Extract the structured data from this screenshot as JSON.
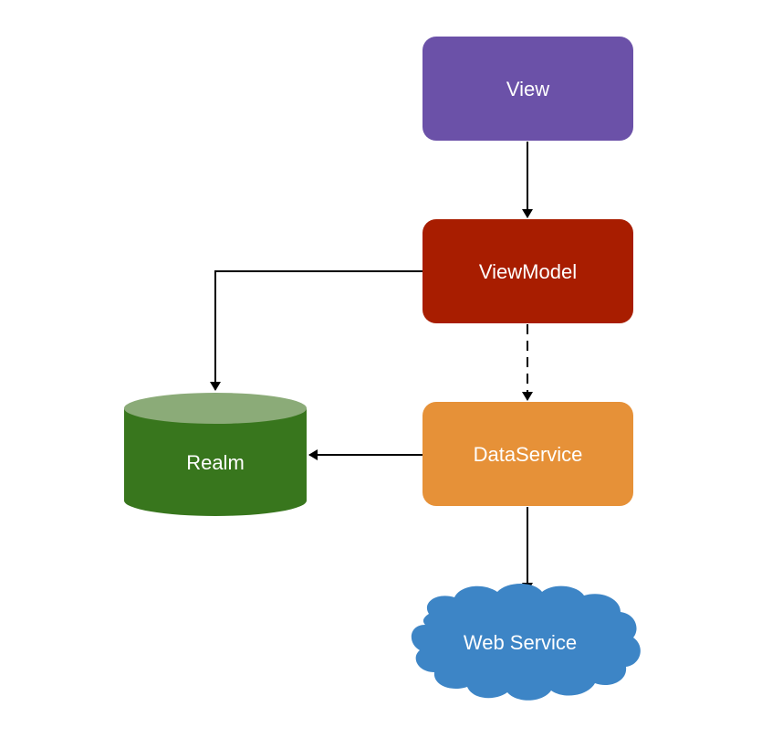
{
  "diagram": {
    "nodes": {
      "view": {
        "label": "View",
        "shape": "rounded-rectangle",
        "color": "#6b51a8"
      },
      "viewmodel": {
        "label": "ViewModel",
        "shape": "rounded-rectangle",
        "color": "#a81d00"
      },
      "dataservice": {
        "label": "DataService",
        "shape": "rounded-rectangle",
        "color": "#e69138"
      },
      "realm": {
        "label": "Realm",
        "shape": "cylinder",
        "color": "#38761d",
        "top_color": "#8bab78"
      },
      "webservice": {
        "label": "Web Service",
        "shape": "cloud",
        "color": "#3d85c6"
      }
    },
    "edges": [
      {
        "from": "View",
        "to": "ViewModel",
        "style": "solid"
      },
      {
        "from": "ViewModel",
        "to": "Realm",
        "style": "solid"
      },
      {
        "from": "ViewModel",
        "to": "DataService",
        "style": "dashed"
      },
      {
        "from": "DataService",
        "to": "Realm",
        "style": "solid"
      },
      {
        "from": "DataService",
        "to": "Web Service",
        "style": "solid"
      }
    ],
    "edge_color": "#000000"
  }
}
